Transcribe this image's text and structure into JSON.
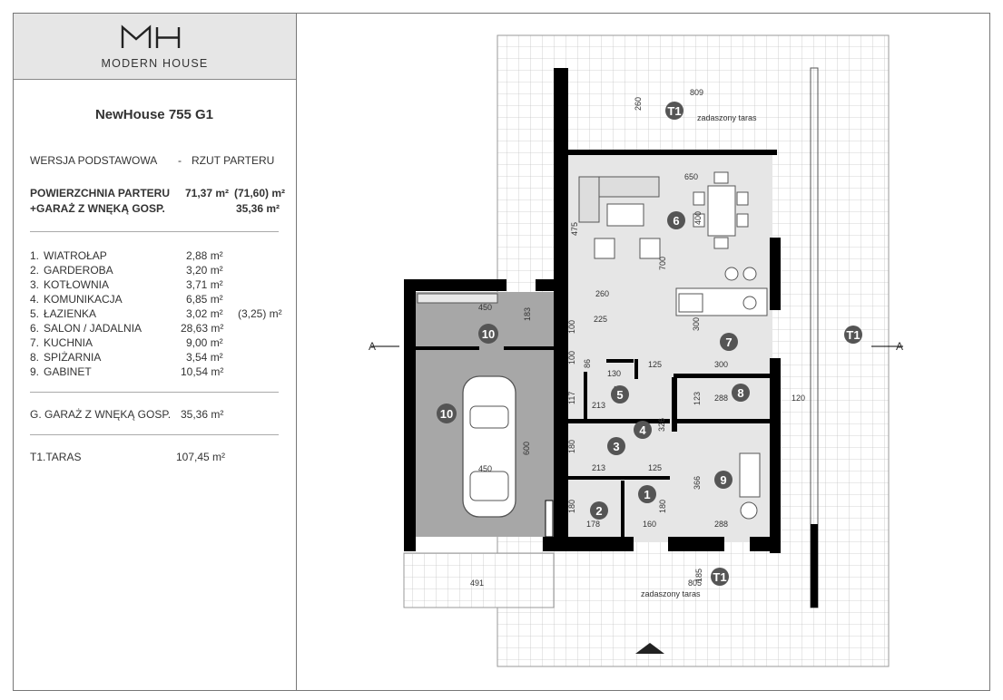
{
  "brand": {
    "name": "MODERN HOUSE"
  },
  "project": {
    "title": "NewHouse 755 G1"
  },
  "header": {
    "version_label": "WERSJA  PODSTAWOWA",
    "dash": "-",
    "view_label": "RZUT PARTERU"
  },
  "areas": {
    "ground_label": "POWIERZCHNIA PARTERU",
    "ground_value": "71,37 m²",
    "ground_alt": "(71,60) m²",
    "garage_label": "+GARAŻ Z WNĘKĄ  GOSP.",
    "garage_value": "35,36 m²"
  },
  "rooms": [
    {
      "no": "1.",
      "name": "WIATROŁAP",
      "area": "2,88 m²",
      "alt": ""
    },
    {
      "no": "2.",
      "name": "GARDEROBA",
      "area": "3,20 m²",
      "alt": ""
    },
    {
      "no": "3.",
      "name": "KOTŁOWNIA",
      "area": "3,71 m²",
      "alt": ""
    },
    {
      "no": "4.",
      "name": "KOMUNIKACJA",
      "area": "6,85 m²",
      "alt": ""
    },
    {
      "no": "5.",
      "name": "ŁAZIENKA",
      "area": "3,02 m²",
      "alt": "(3,25) m²"
    },
    {
      "no": "6.",
      "name": "SALON / JADALNIA",
      "area": "28,63 m²",
      "alt": ""
    },
    {
      "no": "7.",
      "name": "KUCHNIA",
      "area": "9,00 m²",
      "alt": ""
    },
    {
      "no": "8.",
      "name": "SPIŻARNIA",
      "area": "3,54 m²",
      "alt": ""
    },
    {
      "no": "9.",
      "name": "GABINET",
      "area": "10,54 m²",
      "alt": ""
    }
  ],
  "garage": {
    "label": "G. GARAŻ Z WNĘKĄ GOSP.",
    "area": "35,36 m²"
  },
  "terrace": {
    "label": "T1.TARAS",
    "area": "107,45 m²"
  },
  "plan": {
    "section_mark": "A",
    "terrace_caption": "zadaszony taras",
    "badges": {
      "terrace": "T1",
      "r1": "1",
      "r2": "2",
      "r3": "3",
      "r4": "4",
      "r5": "5",
      "r6": "6",
      "r7": "7",
      "r8": "8",
      "r9": "9",
      "g": "10"
    },
    "dims": {
      "d809": "809",
      "d260": "260",
      "d650": "650",
      "d475": "475",
      "d400": "400",
      "d700": "700",
      "d260b": "260",
      "d450": "450",
      "d183": "183",
      "d225": "225",
      "d100": "100",
      "d300": "300",
      "d120": "120",
      "d125": "125",
      "d288": "288",
      "d123": "123",
      "d213": "213",
      "d117": "117",
      "d326": "326",
      "d180": "180",
      "d366": "366",
      "d178": "178",
      "d160": "160",
      "d600": "600",
      "d491": "491",
      "d805": "805",
      "d185": "185",
      "d86": "86",
      "d130": "130"
    }
  }
}
